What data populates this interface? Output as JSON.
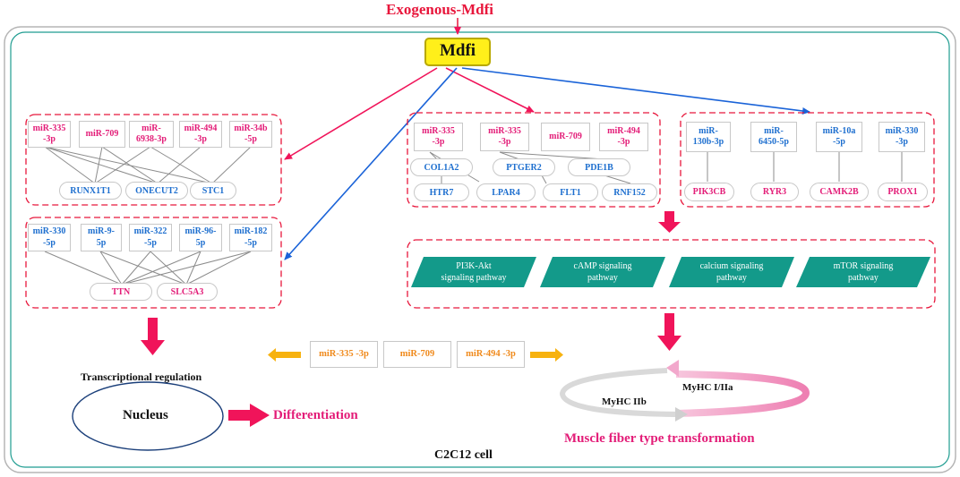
{
  "title": "Exogenous-Mdfi",
  "center_node": "Mdfi",
  "cell_label": "C2C12 cell",
  "groups": {
    "top_left": {
      "mirnas": [
        "miR-335\n-3p",
        "miR-709",
        "miR-\n6938-3p",
        "miR-494\n-3p",
        "miR-34b\n-5p"
      ],
      "genes": [
        "RUNX1T1",
        "ONECUT2",
        "STC1"
      ]
    },
    "bottom_left": {
      "mirnas": [
        "miR-330\n-5p",
        "miR-9-\n5p",
        "miR-322\n-5p",
        "miR-96-\n5p",
        "miR-182\n-5p"
      ],
      "genes": [
        "TTN",
        "SLC5A3"
      ]
    },
    "middle": {
      "mirnas": [
        "miR-335\n-3p",
        "miR-335\n-3p",
        "miR-709",
        "miR-494\n-3p"
      ],
      "genes_row1": [
        "COL1A2",
        "PTGER2",
        "PDE1B"
      ],
      "genes_row2": [
        "HTR7",
        "LPAR4",
        "FLT1",
        "RNF152"
      ]
    },
    "right": {
      "mirnas": [
        "miR-\n130b-3p",
        "miR-\n6450-5p",
        "miR-10a\n-5p",
        "miR-330\n-3p"
      ],
      "genes": [
        "PIK3CB",
        "RYR3",
        "CAMK2B",
        "PROX1"
      ]
    }
  },
  "pathways": [
    "PI3K-Akt\nsignaling pathway",
    "cAMP signaling\npathway",
    "calcium signaling\npathway",
    "mTOR signaling\npathway"
  ],
  "shared_mirnas": [
    "miR-335 -3p",
    "miR-709",
    "miR-494 -3p"
  ],
  "transcriptional_label": "Transcriptional regulation",
  "nucleus_label": "Nucleus",
  "differentiation_label": "Differentiation",
  "myhc_outer": "MyHC I/IIa",
  "myhc_inner": "MyHC IIb",
  "fiber_label": "Muscle fiber type transformation",
  "colors": {
    "red": "#e8173c",
    "magenta": "#e31d78",
    "blue": "#1e6fcf",
    "teal": "#139a8a",
    "orange": "#f08a1c",
    "yellow": "#ffef1a",
    "arrow_pink": "#f0145a",
    "arrow_blue": "#1a63d8",
    "arrow_orange": "#f7b20f"
  }
}
